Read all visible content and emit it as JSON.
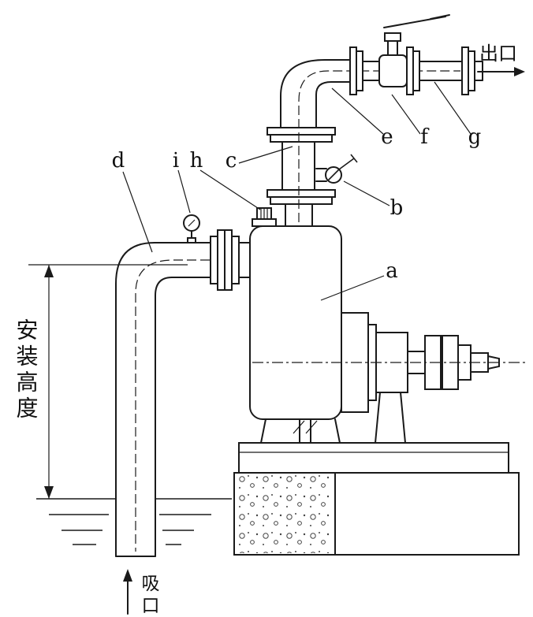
{
  "figure": {
    "background": "#ffffff",
    "line_color": "#1a1a1a",
    "part_labels": {
      "a": "a",
      "b": "b",
      "c": "c",
      "d": "d",
      "e": "e",
      "f": "f",
      "g": "g",
      "h": "h",
      "i": "i"
    },
    "annotations": {
      "outlet": "出口",
      "suction": "吸口",
      "installation_height": "安装高度"
    }
  }
}
